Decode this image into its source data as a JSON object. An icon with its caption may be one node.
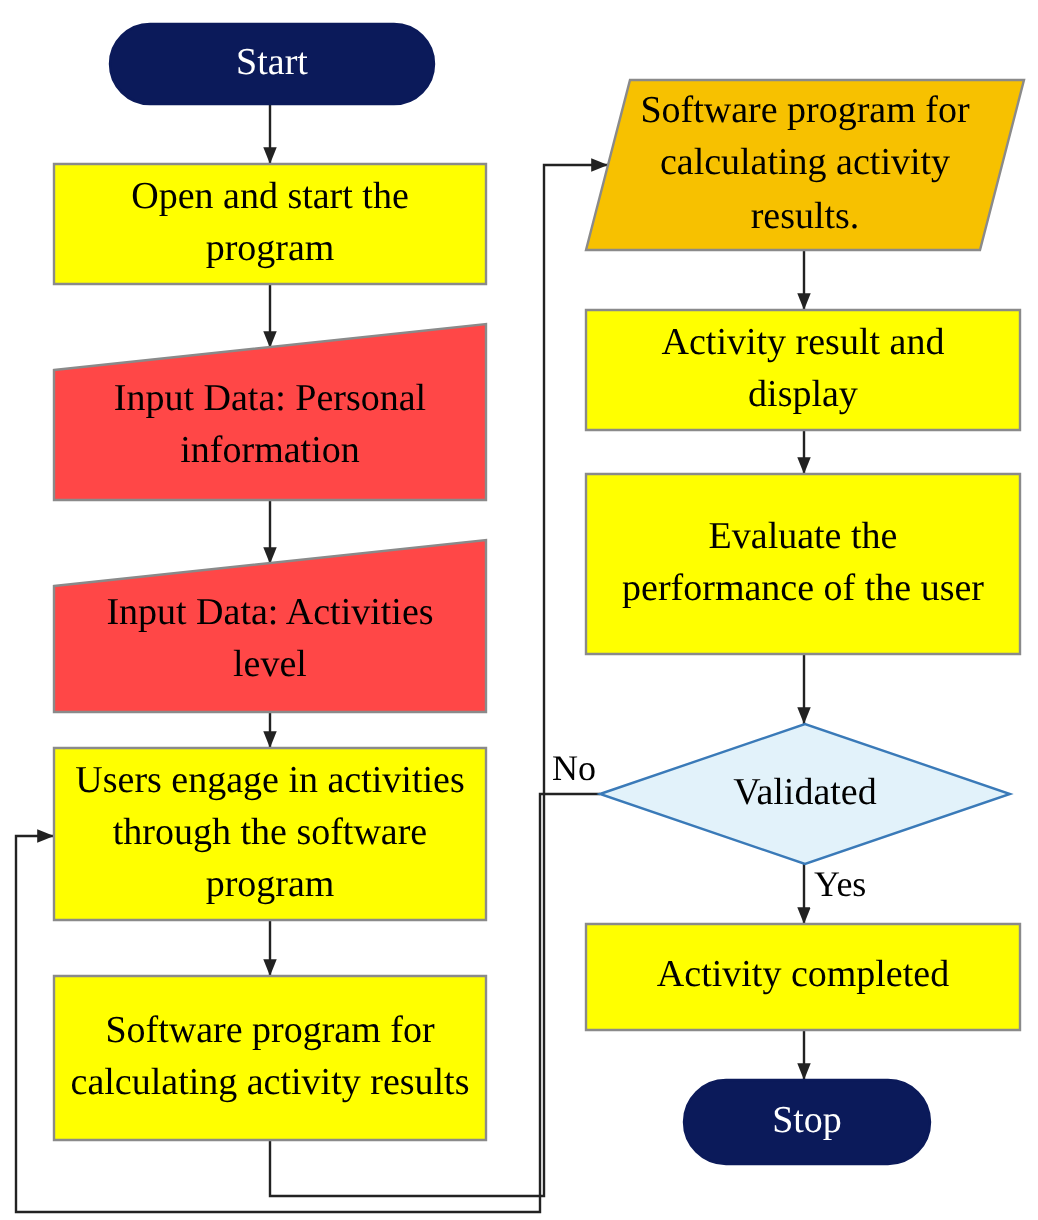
{
  "diagram": {
    "nodes": [
      {
        "text": [
          "Start"
        ]
      },
      {
        "text": [
          "Open and start the program"
        ]
      },
      {
        "text": [
          "Input Data: Personal information"
        ]
      },
      {
        "text": [
          "Input Data: Activities level"
        ]
      },
      {
        "text": [
          "Users engage in activities through the software program"
        ]
      },
      {
        "text": [
          "Software program for calculating activity results"
        ]
      },
      {
        "text": [
          "Software program for calculating activity results."
        ]
      },
      {
        "text": [
          "Activity result and display"
        ]
      },
      {
        "text": [
          "Evaluate the performance of the user"
        ]
      },
      {
        "text": [
          "Validated"
        ]
      },
      {
        "text": [
          "Activity completed"
        ]
      },
      {
        "text": [
          "Stop"
        ]
      }
    ],
    "edges": [
      {
        "from": 0,
        "to": 1,
        "arrow": "to"
      },
      {
        "from": 1,
        "to": 2,
        "arrow": "to"
      },
      {
        "from": 2,
        "to": 3,
        "arrow": "to"
      },
      {
        "from": 3,
        "to": 4,
        "arrow": "to"
      },
      {
        "from": 4,
        "to": 5,
        "arrow": "to"
      },
      {
        "from": 5,
        "to": 6,
        "arrow": "to"
      },
      {
        "from": 6,
        "to": 7,
        "arrow": "to"
      },
      {
        "from": 7,
        "to": 8,
        "arrow": "to"
      },
      {
        "from": 8,
        "to": 9,
        "arrow": "to"
      },
      {
        "from": 9,
        "to": 10,
        "arrow": "to",
        "label": "Yes"
      },
      {
        "from": 10,
        "to": 11,
        "arrow": "to"
      },
      {
        "from": 9,
        "to": 4,
        "arrow": "to",
        "label": "No"
      }
    ]
  }
}
